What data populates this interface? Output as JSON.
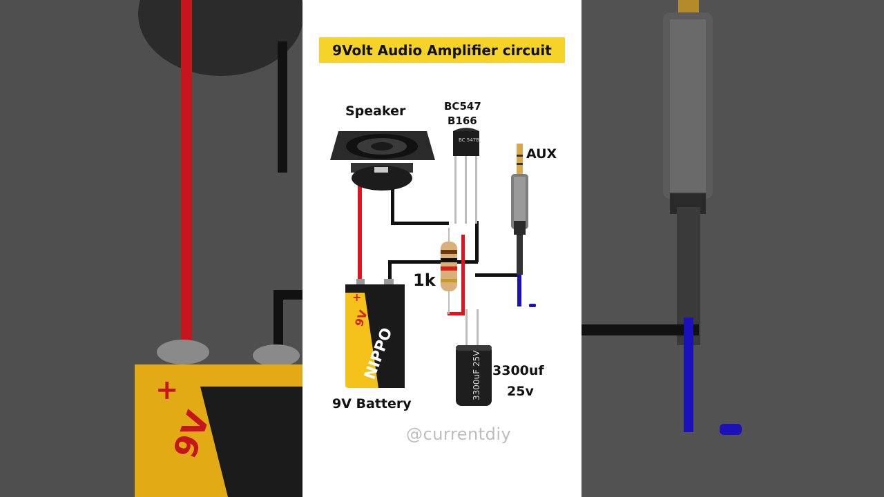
{
  "title": "9Volt Audio Amplifier circuit",
  "components": {
    "speaker": "Speaker",
    "transistor_line1": "BC547",
    "transistor_line2": "B166",
    "aux": "AUX",
    "resistor": "1k",
    "battery": "9V Battery",
    "capacitor_line1": "3300uf",
    "capacitor_line2": "25v"
  },
  "markings": {
    "battery_brand": "NIPPO",
    "battery_volt": "9V",
    "battery_plus": "+",
    "capacitor": "3300uF 25V",
    "transistor": "BC 547B"
  },
  "watermark": "@currentdiy",
  "colors": {
    "title_bg": "#f5d328",
    "wire_red": "#e0141e",
    "wire_black": "#111111",
    "wire_blue": "#1a12b8",
    "battery_yellow": "#f4c21a"
  }
}
